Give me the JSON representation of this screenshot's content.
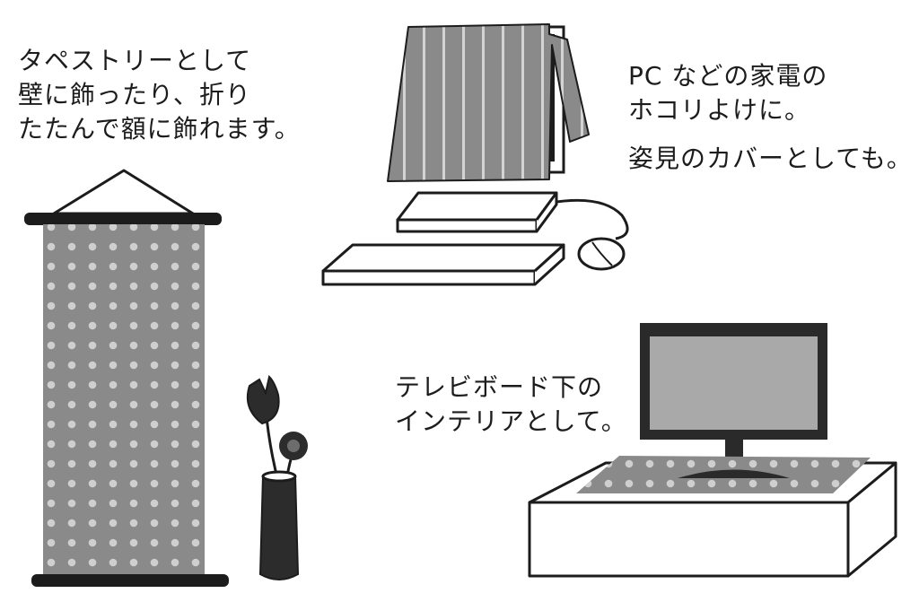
{
  "captions": {
    "tapestry": [
      "タペストリーとして",
      "壁に飾ったり、折り",
      "たたんで額に飾れます。"
    ],
    "pc": [
      "PC などの家電の",
      "ホコリよけに。",
      "姿見のカバーとしても。"
    ],
    "tv": [
      "テレビボード下の",
      "インテリアとして。"
    ]
  },
  "colors": {
    "ink": "#1c1c1c",
    "fabric": "#8a8a8a",
    "fabric_light": "#cfcfcf",
    "screen": "#a9a9a9",
    "background": "#ffffff"
  },
  "icons": {
    "tapestry": "hanging-tapestry-icon",
    "computer": "covered-computer-icon",
    "tv": "tv-on-board-icon",
    "vase": "flower-vase-icon"
  }
}
